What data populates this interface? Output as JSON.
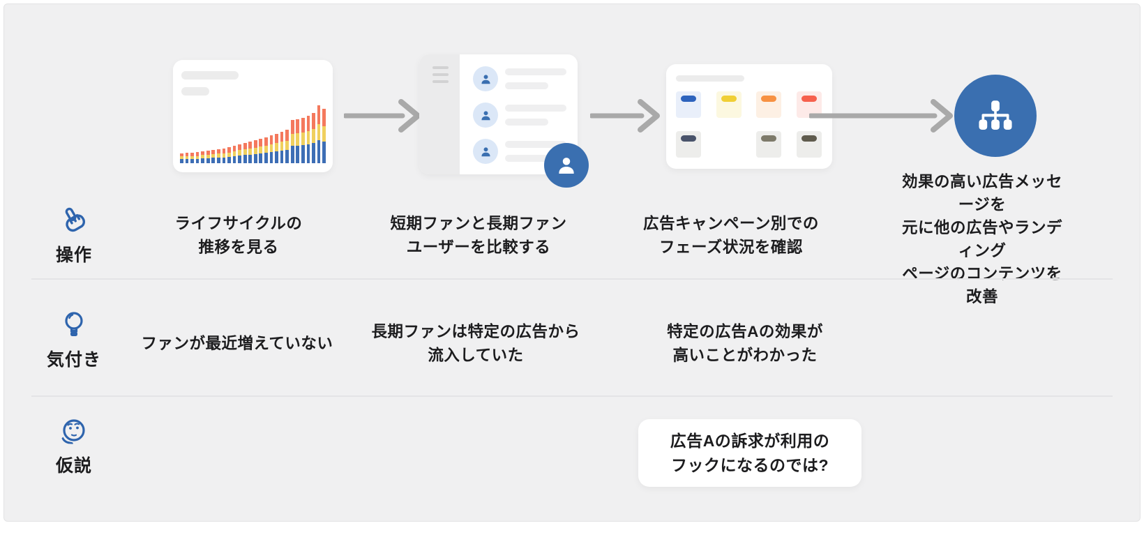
{
  "rows": [
    {
      "id": "operation",
      "label": "操作",
      "icon": "pointing-hand-icon"
    },
    {
      "id": "insight",
      "label": "気付き",
      "icon": "lightbulb-icon"
    },
    {
      "id": "hypothesis",
      "label": "仮説",
      "icon": "thinking-face-icon"
    }
  ],
  "columns": [
    {
      "illustration": "lifecycle-bar-chart-card",
      "operation": "ライフサイクルの\n推移を見る",
      "insight": "ファンが最近増えていない",
      "hypothesis": ""
    },
    {
      "illustration": "user-list-card",
      "operation": "短期ファンと長期ファン\nユーザーを比較する",
      "insight": "長期ファンは特定の広告から\n流入していた",
      "hypothesis": ""
    },
    {
      "illustration": "campaign-dashboard-card",
      "operation": "広告キャンペーン別での\nフェーズ状況を確認",
      "insight": "特定の広告Aの効果が\n高いことがわかった",
      "hypothesis": "広告Aの訴求が利用の\nフックになるのでは?"
    },
    {
      "illustration": "sitemap-circle",
      "operation": "効果の高い広告メッセージを\n元に他の広告やランディング\nページのコンテンツを改善",
      "insight": "",
      "hypothesis": ""
    }
  ],
  "colors": {
    "background": "#f0f0f1",
    "card": "#ffffff",
    "accent_blue": "#3a6fb0",
    "icon_blue": "#2e64ad",
    "arrow_gray": "#a9a9a9",
    "text": "#1c1c1e",
    "divider": "#e4e4e6",
    "placeholder": "#ececec",
    "avatar_bg": "#dbe7f7"
  },
  "illustrations": {
    "bar_chart": {
      "bar_totals": [
        14,
        15,
        15,
        16,
        17,
        18,
        19,
        20,
        21,
        23,
        25,
        27,
        29,
        31,
        33,
        35,
        37,
        40,
        42,
        45,
        48,
        62,
        63,
        65,
        68,
        72,
        83,
        78
      ],
      "segment_fractions": {
        "blue": 0.4,
        "yellow": 0.28,
        "red": 0.32
      },
      "segment_colors": {
        "blue": "#3d6eb5",
        "yellow": "#f0d05e",
        "red": "#f4795d"
      }
    },
    "user_list": {
      "row_count": 3
    },
    "dashboard": {
      "tiles": [
        {
          "bg": "#e9effa",
          "pill": "#2d63bd"
        },
        {
          "bg": "#fcf8e0",
          "pill": "#f0cf35"
        },
        {
          "bg": "#fdf0e4",
          "pill": "#f79142"
        },
        {
          "bg": "#fdeae8",
          "pill": "#f6604d"
        },
        {
          "bg": "#ededeb",
          "pill": "#49536a"
        },
        null,
        {
          "bg": "#ededeb",
          "pill": "#7d7a6a"
        },
        {
          "bg": "#ededeb",
          "pill": "#5f5b4d"
        }
      ]
    }
  }
}
